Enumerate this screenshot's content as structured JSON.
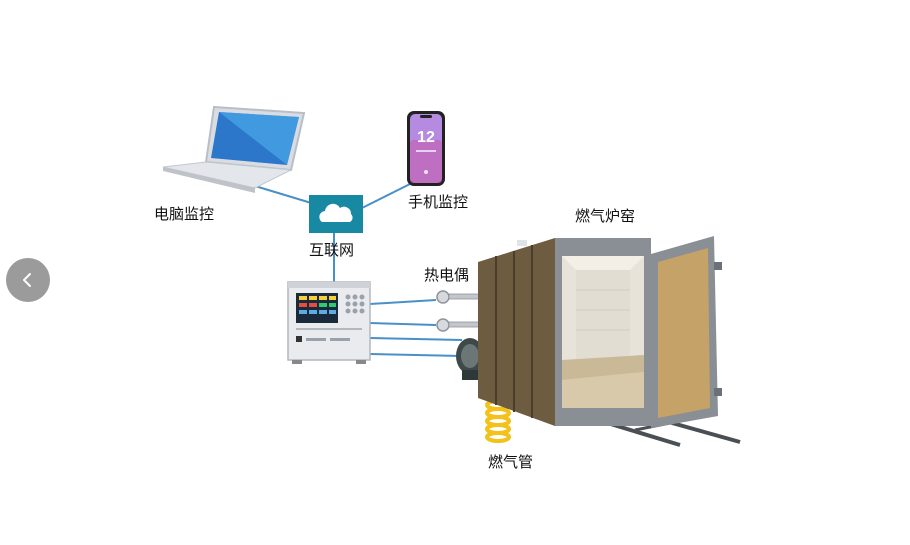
{
  "labels": {
    "pc_monitor": "电脑监控",
    "phone_monitor": "手机监控",
    "internet": "互联网",
    "thermocouple": "热电偶",
    "gas_furnace": "燃气炉窑",
    "gas_pipe": "燃气管"
  },
  "phone": {
    "clock": "12"
  },
  "icons": {
    "prev": "chevron-left-icon",
    "cloud": "cloud-icon"
  },
  "colors": {
    "line": "#4a90c8",
    "cloud_box": "#1e9ab0",
    "nav_button": "#9b9b9b",
    "furnace_body": "#7a6a4f",
    "door_frame": "#8a8f96",
    "hose": "#f2c21b"
  }
}
